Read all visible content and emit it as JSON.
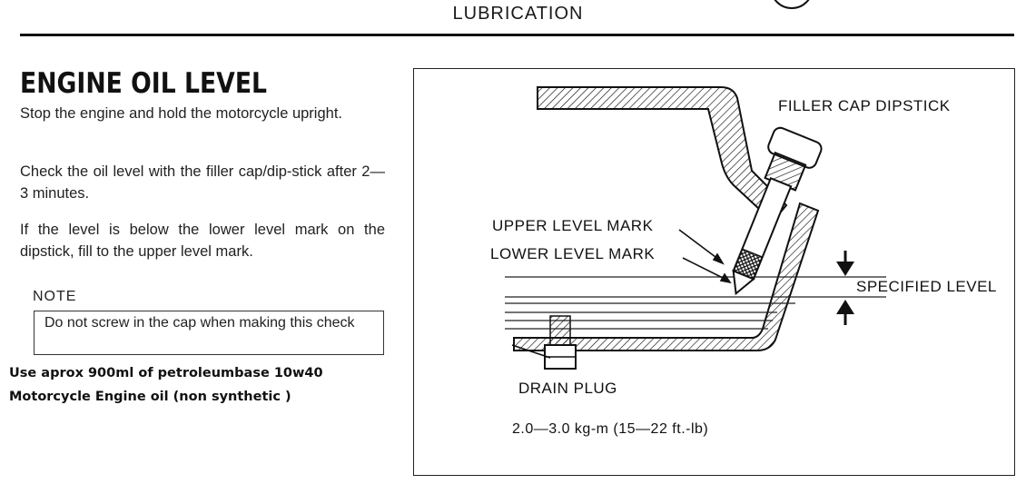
{
  "header": {
    "section_title": "LUBRICATION"
  },
  "main": {
    "heading": "ENGINE OIL LEVEL",
    "paragraphs": [
      "Stop the engine and hold the motorcycle upright.",
      "Check the oil level with the filler cap/dip-stick after 2—3 minutes.",
      "If the level is below the lower level mark on the dipstick, fill to the upper level mark."
    ],
    "note": {
      "label": "NOTE",
      "text": "Do not screw in the cap when making this check"
    },
    "annotation_lines": [
      "Use aprox 900ml of petroleumbase 10w40",
      "Motorcycle Engine oil (non synthetic )"
    ]
  },
  "figure": {
    "labels": {
      "filler_cap": "FILLER CAP DIPSTICK",
      "upper_mark": "UPPER LEVEL MARK",
      "lower_mark": "LOWER LEVEL MARK",
      "specified_level": "SPECIFIED LEVEL",
      "drain_plug": "DRAIN PLUG",
      "torque": "2.0—3.0 kg-m (15—22 ft.-lb)"
    }
  }
}
